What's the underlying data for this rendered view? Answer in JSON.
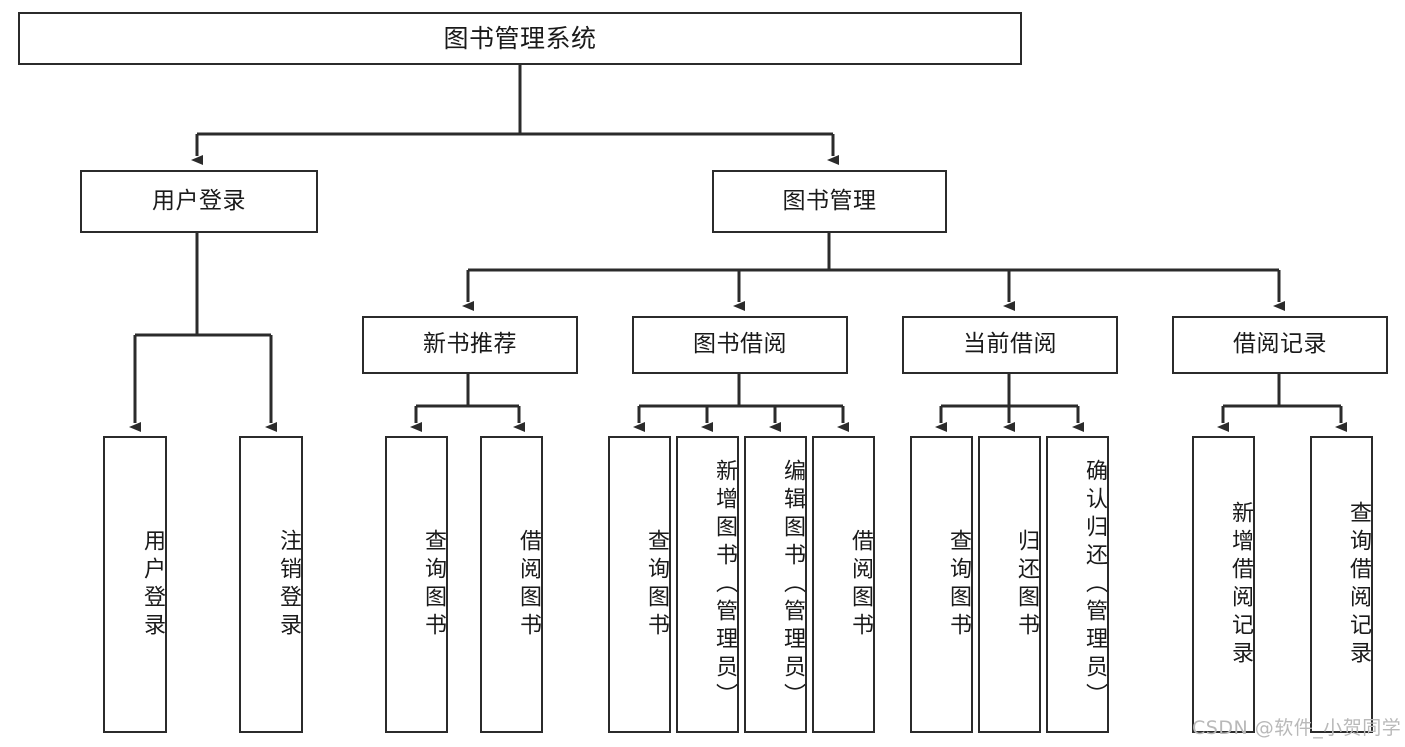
{
  "diagram": {
    "title": "图书管理系统",
    "type": "tree-hierarchy",
    "orientation": "top-down",
    "colors": {
      "box_border": "#2b2b2b",
      "box_fill": "#ffffff",
      "connector": "#2b2b2b",
      "text": "#1a1a1a",
      "background": "#ffffff",
      "watermark": "#b9b9b9"
    },
    "root": {
      "label": "图书管理系统"
    },
    "level1": [
      {
        "label": "用户登录"
      },
      {
        "label": "图书管理"
      }
    ],
    "level2": [
      {
        "label": "新书推荐"
      },
      {
        "label": "图书借阅"
      },
      {
        "label": "当前借阅"
      },
      {
        "label": "借阅记录"
      }
    ],
    "leaves": {
      "user_login": [
        {
          "label": "用户登录"
        },
        {
          "label": "注销登录"
        }
      ],
      "new_book_recommend": [
        {
          "label": "查询图书"
        },
        {
          "label": "借阅图书"
        }
      ],
      "book_borrow": [
        {
          "label": "查询图书"
        },
        {
          "label": "新增图书（管理员）"
        },
        {
          "label": "编辑图书（管理员）"
        },
        {
          "label": "借阅图书"
        }
      ],
      "current_borrow": [
        {
          "label": "查询图书"
        },
        {
          "label": "归还图书"
        },
        {
          "label": "确认归还（管理员）"
        }
      ],
      "borrow_record": [
        {
          "label": "新增借阅记录"
        },
        {
          "label": "查询借阅记录"
        }
      ]
    },
    "watermark": "CSDN @软件_小贺同学"
  }
}
